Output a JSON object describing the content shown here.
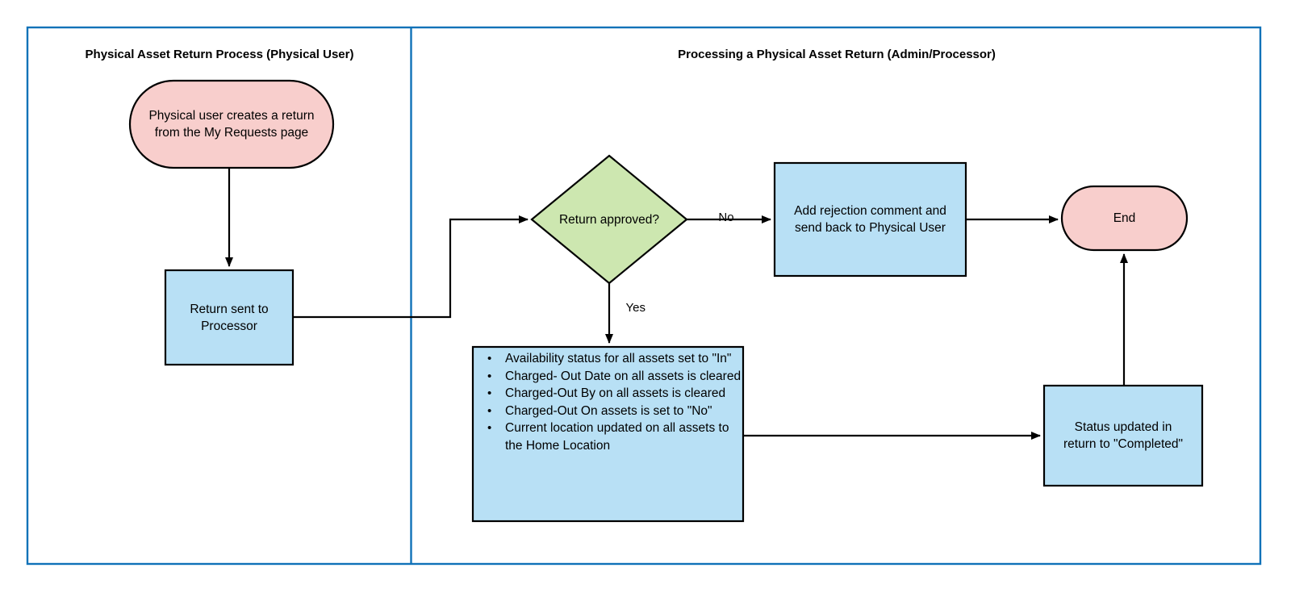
{
  "diagram": {
    "type": "flowchart",
    "frame": {
      "border_color": "#1072b8",
      "background": "#ffffff"
    },
    "divider_color": "#1072b8",
    "edge_color": "#000000",
    "lanes": [
      {
        "id": "lane-user",
        "title": "Physical Asset Return Process (Physical User)"
      },
      {
        "id": "lane-admin",
        "title": "Processing a Physical Asset Return (Admin/Processor)"
      }
    ],
    "colors": {
      "terminator_fill": "#f8cecc",
      "terminator_stroke": "#000000",
      "process_fill": "#b8e0f5",
      "process_stroke": "#000000",
      "decision_fill": "#cde7b0",
      "decision_stroke": "#000000"
    },
    "nodes": [
      {
        "id": "start",
        "shape": "terminator",
        "lane": "lane-user",
        "label": "Physical user creates a return\nfrom the My Requests page"
      },
      {
        "id": "return-sent",
        "shape": "process",
        "lane": "lane-user",
        "label": "Return sent to\nProcessor"
      },
      {
        "id": "decision",
        "shape": "decision",
        "lane": "lane-admin",
        "label": "Return approved?"
      },
      {
        "id": "rejection",
        "shape": "process",
        "lane": "lane-admin",
        "label": "Add rejection comment and\nsend back to Physical User"
      },
      {
        "id": "end",
        "shape": "terminator",
        "lane": "lane-admin",
        "label": "End"
      },
      {
        "id": "asset-updates",
        "shape": "process",
        "lane": "lane-admin",
        "bullets": [
          "Availability status for all assets set to \"In\"",
          "Charged- Out Date on all assets is cleared",
          "Charged-Out By on all assets is cleared",
          "Charged-Out On assets  is set to \"No\"",
          "Current location updated on all assets to the Home Location"
        ]
      },
      {
        "id": "status-updated",
        "shape": "process",
        "lane": "lane-admin",
        "label": "Status updated in\nreturn to \"Completed\""
      }
    ],
    "edges": [
      {
        "id": "edge-start-to-return-sent",
        "from": "start",
        "to": "return-sent",
        "label": ""
      },
      {
        "id": "edge-return-sent-to-decision",
        "from": "return-sent",
        "to": "decision",
        "label": ""
      },
      {
        "id": "edge-decision-to-rejection",
        "from": "decision",
        "to": "rejection",
        "label": "No"
      },
      {
        "id": "edge-rejection-to-end",
        "from": "rejection",
        "to": "end",
        "label": ""
      },
      {
        "id": "edge-decision-to-asset-updates",
        "from": "decision",
        "to": "asset-updates",
        "label": "Yes"
      },
      {
        "id": "edge-asset-updates-to-status",
        "from": "asset-updates",
        "to": "status-updated",
        "label": ""
      },
      {
        "id": "edge-status-to-end",
        "from": "status-updated",
        "to": "end",
        "label": ""
      }
    ]
  }
}
